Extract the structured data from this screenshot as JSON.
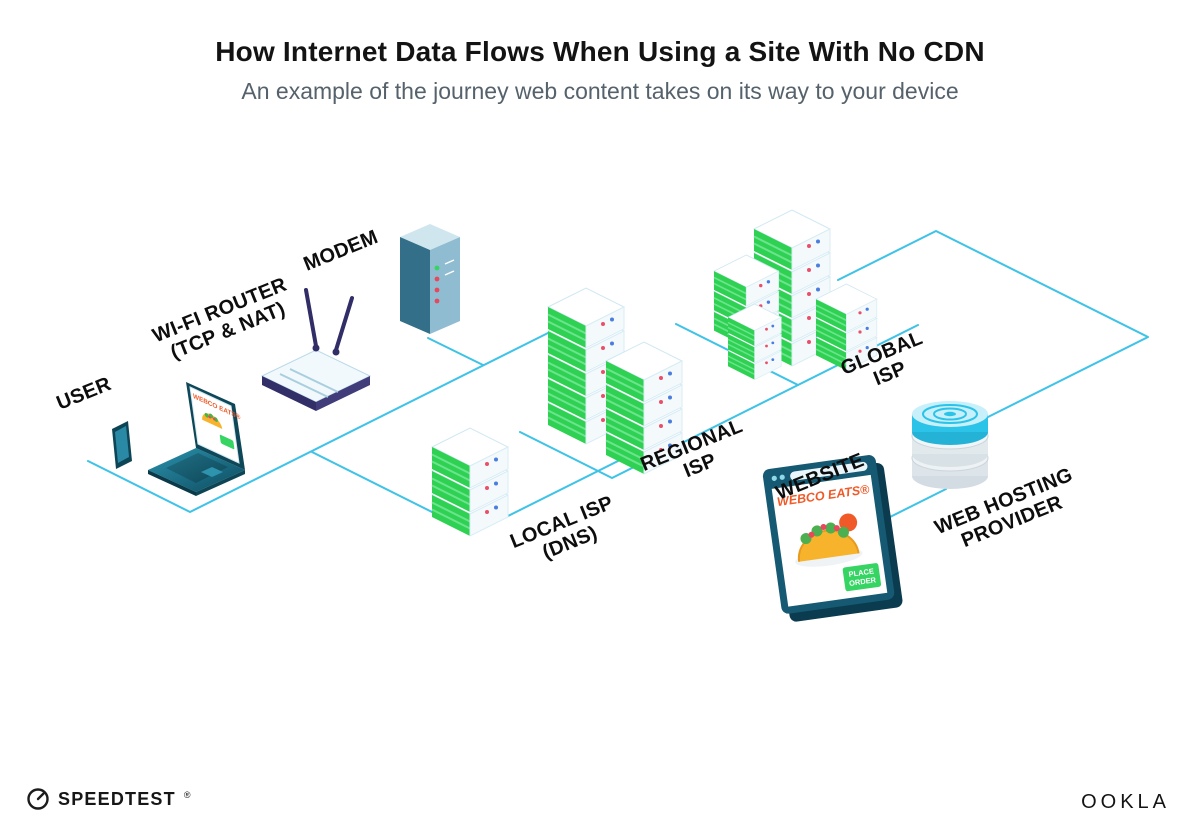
{
  "header": {
    "title": "How Internet Data Flows When Using a Site With No CDN",
    "subtitle": "An example of the journey web content takes on its way to your device"
  },
  "nodes": {
    "user": {
      "label": "USER"
    },
    "wifi_router": {
      "label": "WI-FI ROUTER",
      "sublabel": "(TCP & NAT)"
    },
    "modem": {
      "label": "MODEM"
    },
    "local_isp": {
      "label": "LOCAL ISP",
      "sublabel": "(DNS)"
    },
    "regional_isp": {
      "label": "REGIONAL",
      "sublabel": "ISP"
    },
    "global_isp": {
      "label": "GLOBAL",
      "sublabel": "ISP"
    },
    "website": {
      "label": "WEBSITE"
    },
    "web_hosting": {
      "label": "WEB HOSTING",
      "sublabel": "PROVIDER"
    }
  },
  "screens": {
    "laptop_brand": "WEBCO EATS®",
    "website_brand": "WEBCO EATS®",
    "order_line1": "PLACE",
    "order_line2": "ORDER"
  },
  "footer": {
    "speedtest": "SPEEDTEST",
    "trademark": "®",
    "ookla": "OOKLA"
  },
  "colors": {
    "connection_line": "#3cc3e6",
    "server_green": "#2fd153",
    "brand_orange": "#f05a28",
    "button_green": "#35d463",
    "frame_teal": "#155a72",
    "router_navy": "#322e68"
  }
}
